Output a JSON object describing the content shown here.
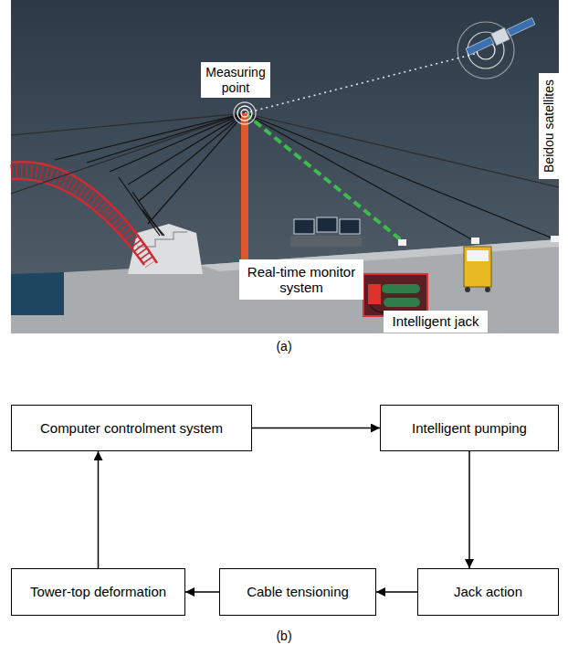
{
  "diagram": {
    "nodes": [
      {
        "text": [
          "Measuring point"
        ]
      },
      {
        "text": [
          "Beidou satellites"
        ]
      },
      {
        "text": [
          "Real-time monitor system"
        ]
      },
      {
        "text": [
          "Intelligent jack"
        ]
      },
      {
        "text": [
          "Computer controlment system"
        ]
      },
      {
        "text": [
          "Intelligent pumping"
        ]
      },
      {
        "text": [
          "Jack action"
        ]
      },
      {
        "text": [
          "Cable tensioning"
        ]
      },
      {
        "text": [
          "Tower-top deformation"
        ]
      }
    ],
    "edges": [
      {
        "from": 4,
        "to": 5,
        "arrow": "to"
      },
      {
        "from": 5,
        "to": 6,
        "arrow": "to"
      },
      {
        "from": 6,
        "to": 7,
        "arrow": "to"
      },
      {
        "from": 7,
        "to": 8,
        "arrow": "to"
      },
      {
        "from": 8,
        "to": 4,
        "arrow": "to"
      }
    ],
    "labels": [
      "(a)",
      "(b)"
    ]
  }
}
